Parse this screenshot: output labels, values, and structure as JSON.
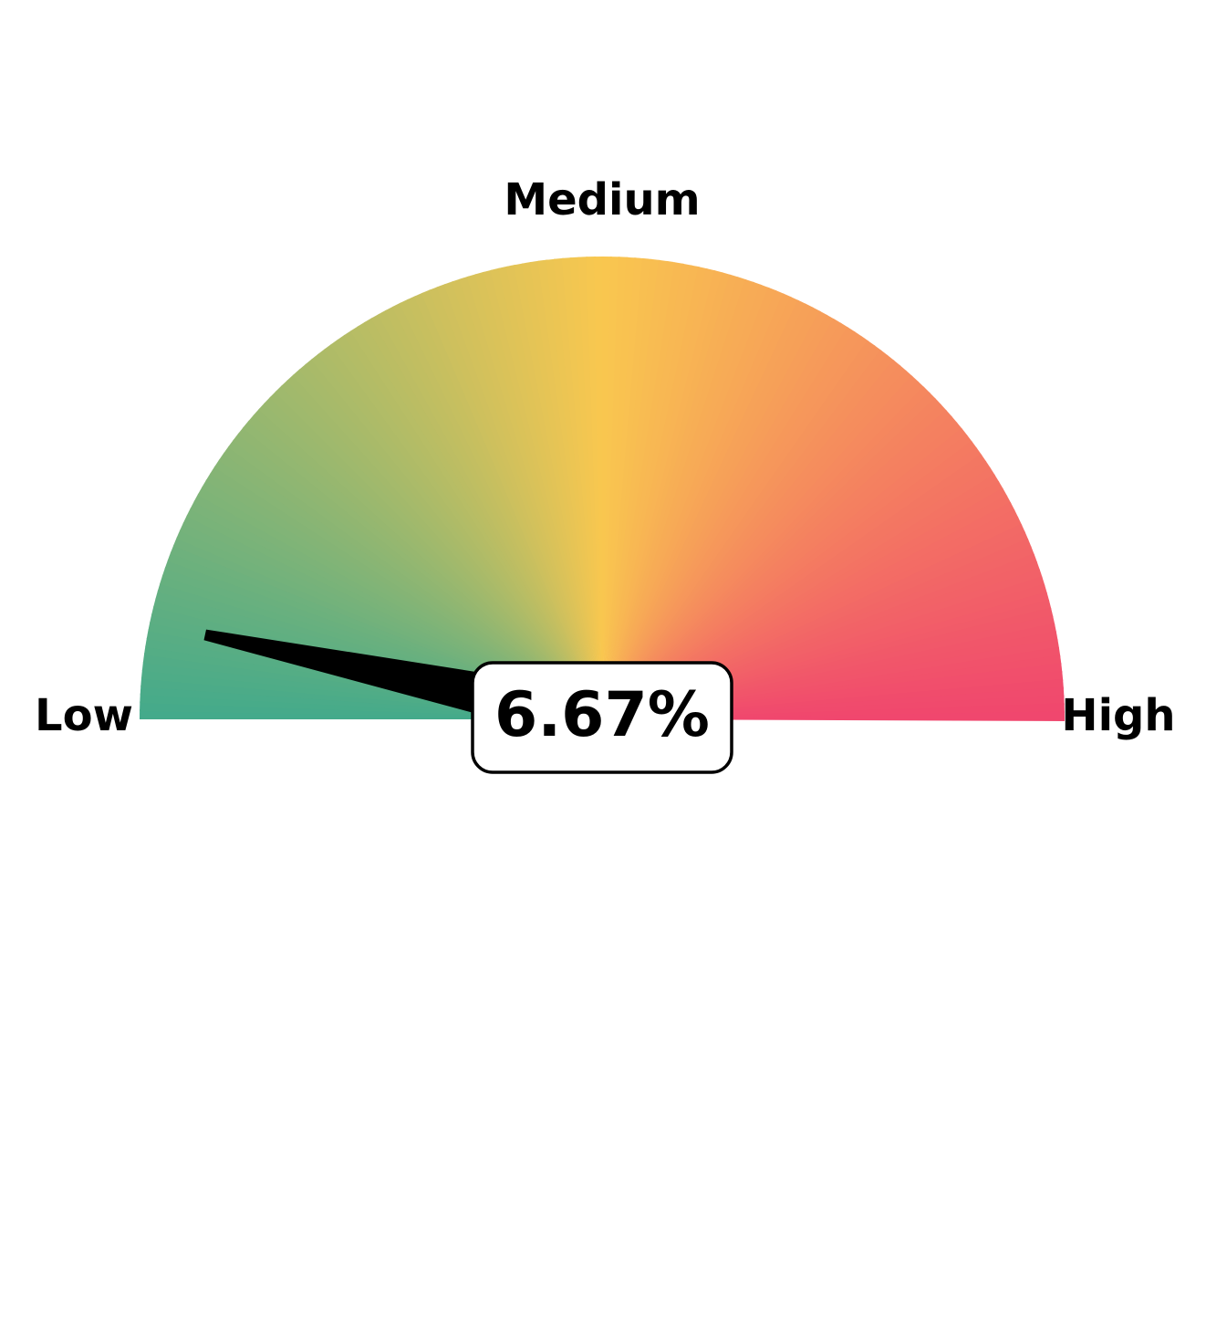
{
  "chart_data": {
    "type": "gauge",
    "value": 6.67,
    "value_label": "6.67%",
    "range": [
      0,
      100
    ],
    "labels": {
      "low": "Low",
      "medium": "Medium",
      "high": "High"
    },
    "colors": {
      "low": "#43aa8b",
      "medium": "#f9c74f",
      "high": "#f0466e",
      "needle": "#000000",
      "value_box_fill": "#ffffff",
      "value_box_stroke": "#000000"
    }
  }
}
